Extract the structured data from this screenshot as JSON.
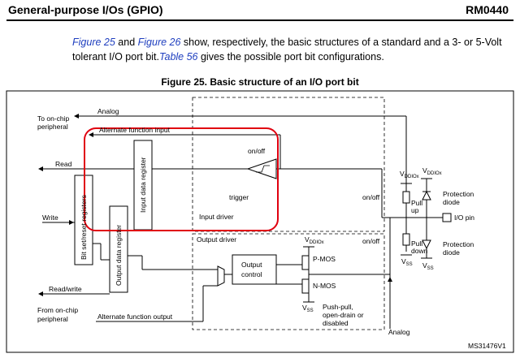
{
  "header": {
    "section": "General-purpose I/Os (GPIO)",
    "doc_id": "RM0440"
  },
  "paragraph": {
    "link1": "Figure 25",
    "text1": " and ",
    "link2": "Figure 26",
    "text2": " show, respectively, the basic structures of a standard and a 3- or 5-Volt tolerant I/O port bit.",
    "link3": "Table 56",
    "text3": " gives the possible port bit configurations."
  },
  "figure": {
    "caption": "Figure 25. Basic structure of an I/O port bit",
    "labels": {
      "to_onchip_1": "To on-chip",
      "to_onchip_2": "peripheral",
      "analog_top": "Analog",
      "alt_in": "Alternate function input",
      "read": "Read",
      "write": "Write",
      "readwrite": "Read/write",
      "from_onchip_1": "From on-chip",
      "from_onchip_2": "peripheral",
      "alt_out": "Alternate function output",
      "bsrr": "Bit set/reset registers",
      "idr": "Input data register",
      "odr": "Output data register",
      "onoff_1": "on/off",
      "trigger": "trigger",
      "input_driver": "Input driver",
      "output_driver": "Output driver",
      "onoff_2": "on/off",
      "onoff_3": "on/off",
      "vddiox_1": "V",
      "vddiox_2": "V",
      "vddiox_3": "V",
      "ddiox_sub": "DDIOx",
      "pullup_1": "Pull",
      "pullup_2": "up",
      "pulldown_1": "Pull",
      "pulldown_2": "down",
      "prot1_1": "Protection",
      "prot1_2": "diode",
      "prot2_1": "Protection",
      "prot2_2": "diode",
      "io_pin": "I/O pin",
      "output_control_1": "Output",
      "output_control_2": "control",
      "pmos": "P-MOS",
      "nmos": "N-MOS",
      "vss_1": "V",
      "vss_2": "V",
      "vss_3": "V",
      "ss_sub": "SS",
      "pushpull_1": "Push-pull,",
      "pushpull_2": "open-drain or",
      "pushpull_3": "disabled",
      "analog_bottom": "Analog",
      "ref": "MS31476V1"
    }
  }
}
